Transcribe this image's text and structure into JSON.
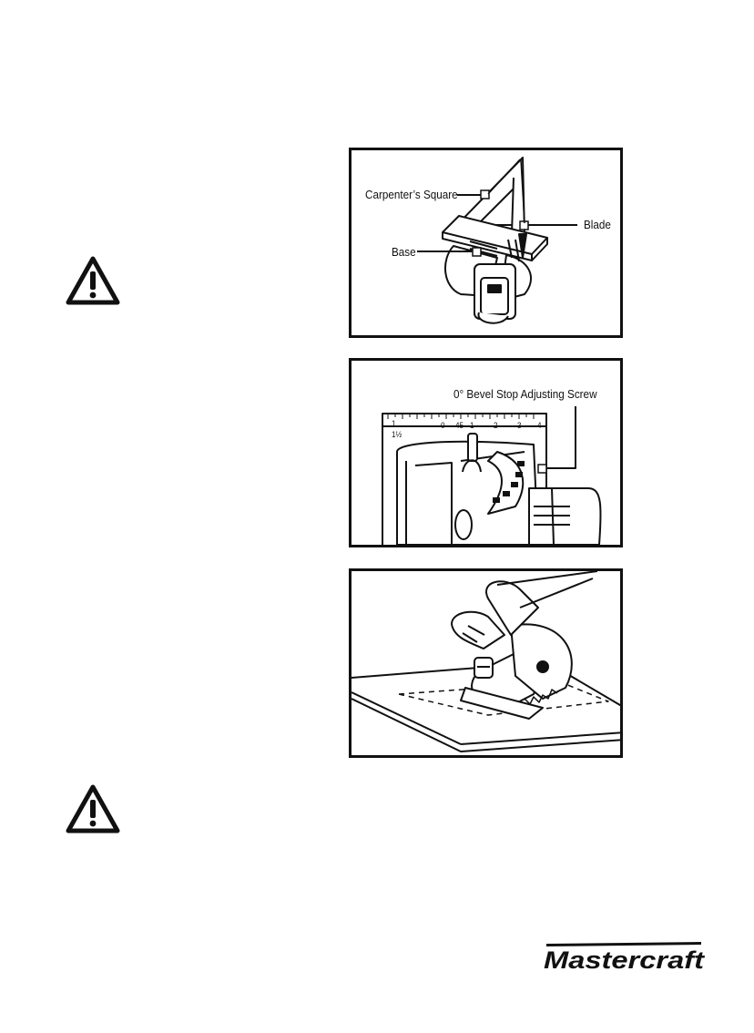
{
  "figures": {
    "square_check": {
      "labels": {
        "carpenters_square": "Carpenter’s Square",
        "blade": "Blade",
        "base": "Base"
      }
    },
    "bevel_stop": {
      "labels": {
        "adjusting_screw": "0° Bevel Stop Adjusting Screw"
      },
      "scale_marks": [
        "1",
        "0",
        "45",
        "1",
        "2",
        "3",
        "4",
        "1½"
      ]
    },
    "cutting": {}
  },
  "warnings": {
    "icon": "warning-triangle-icon",
    "count": 2
  },
  "brand": {
    "name": "Mastercraft"
  }
}
